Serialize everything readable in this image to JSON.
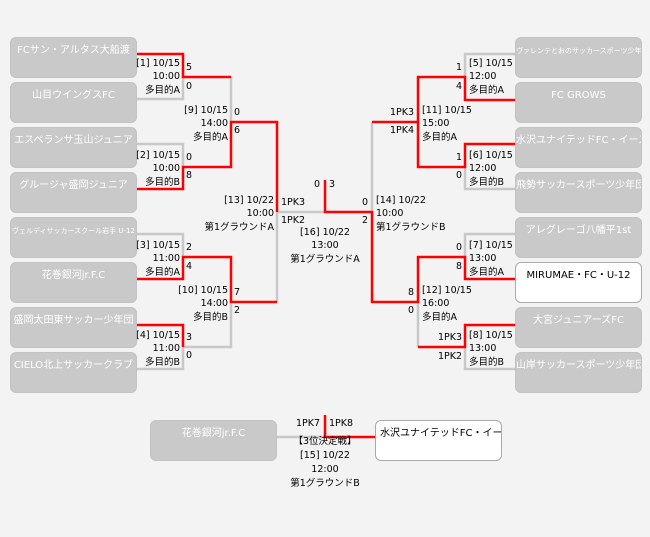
{
  "teams_left": [
    "FCサン・アルタス大船渡",
    "山目ウイングスFC",
    "エスペランサ玉山ジュニア",
    "グルージャ盛岡ジュニア",
    "ヴェルディサッカースクール岩手 U-12",
    "花巻銀河jr.F.C",
    "盛岡太田東サッカー少年団",
    "CIELO北上サッカークラブ"
  ],
  "teams_right": [
    "ヴァレンテとおのサッカースポーツ少年団",
    "FC GROWS",
    "水沢ユナイテッドFC・イースト",
    "飛勢サッカースポーツ少年団",
    "アレグレーゴ八幡平1st",
    "MIRUMAE・FC・U-12",
    "大宮ジュニアーズFC",
    "山岸サッカースポーツ少年団"
  ],
  "matches": {
    "m1": {
      "id": "[1] 10/15",
      "time": "10:00",
      "venue": "多目的A",
      "s1": "5",
      "s2": "0"
    },
    "m2": {
      "id": "[2] 10/15",
      "time": "10:00",
      "venue": "多目的B",
      "s1": "0",
      "s2": "8"
    },
    "m3": {
      "id": "[3] 10/15",
      "time": "11:00",
      "venue": "多目的A",
      "s1": "2",
      "s2": "4"
    },
    "m4": {
      "id": "[4] 10/15",
      "time": "11:00",
      "venue": "多目的B",
      "s1": "3",
      "s2": "0"
    },
    "m5": {
      "id": "[5] 10/15",
      "time": "12:00",
      "venue": "多目的A",
      "s1": "1",
      "s2": "4"
    },
    "m6": {
      "id": "[6] 10/15",
      "time": "12:00",
      "venue": "多目的B",
      "s1": "1",
      "s2": "0"
    },
    "m7": {
      "id": "[7] 10/15",
      "time": "13:00",
      "venue": "多目的A",
      "s1": "0",
      "s2": "8"
    },
    "m8": {
      "id": "[8] 10/15",
      "time": "13:00",
      "venue": "多目的B",
      "s1": "1PK3",
      "s2": "1PK2"
    },
    "m9": {
      "id": "[9] 10/15",
      "time": "14:00",
      "venue": "多目的A",
      "s1": "0",
      "s2": "6"
    },
    "m10": {
      "id": "[10] 10/15",
      "time": "14:00",
      "venue": "多目的B",
      "s1": "7",
      "s2": "2"
    },
    "m11": {
      "id": "[11] 10/15",
      "time": "15:00",
      "venue": "多目的A",
      "s1": "1PK3",
      "s2": "1PK4"
    },
    "m12": {
      "id": "[12] 10/15",
      "time": "16:00",
      "venue": "多目的A",
      "s1": "8",
      "s2": "0"
    },
    "m13": {
      "id": "[13] 10/22",
      "time": "10:00",
      "venue": "第1グラウンドA",
      "s1": "1PK3",
      "s2": "1PK2"
    },
    "m14": {
      "id": "[14] 10/22",
      "time": "10:00",
      "venue": "第1グラウンドB",
      "s1": "0",
      "s2": "2"
    },
    "m16": {
      "id": "[16] 10/22",
      "time": "13:00",
      "venue": "第1グラウンドA",
      "s1": "0",
      "s2": "3"
    },
    "m15": {
      "title": "【3位決定戦】",
      "id": "[15] 10/22",
      "time": "12:00",
      "venue": "第1グラウンドB",
      "s1": "1PK7",
      "s2": "1PK8"
    }
  },
  "third_place": {
    "left": "花巻銀河jr.F.C",
    "right": "水沢ユナイテッドFC・イースト"
  },
  "colors": {
    "win": "#ff0000",
    "line": "#c8c8c8",
    "box": "#c9c9c9"
  }
}
